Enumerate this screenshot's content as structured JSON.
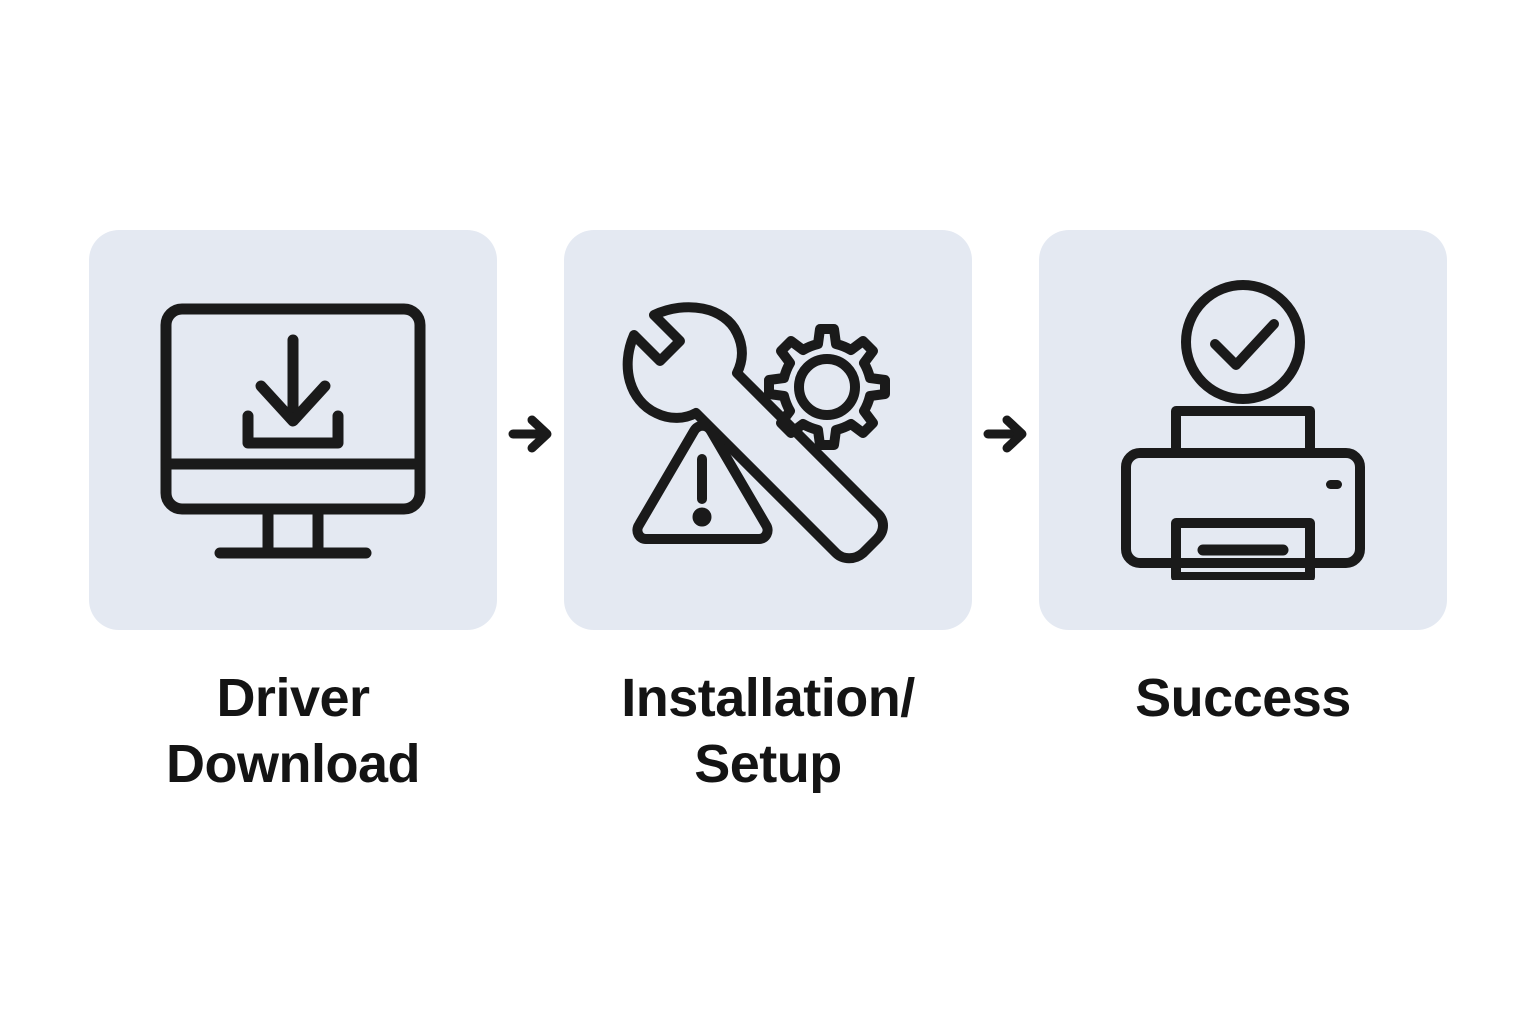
{
  "diagram": {
    "type": "process-flow",
    "title": "",
    "background_color": "#ffffff",
    "card_color": "#e4e9f2",
    "stroke_color": "#1a1a1a",
    "text_color": "#141414",
    "steps": [
      {
        "id": "driver-download",
        "label": "Driver\nDownload",
        "icon": "monitor-download-icon"
      },
      {
        "id": "installation-setup",
        "label": "Installation/\nSetup",
        "icon": "wrench-gear-warning-icon"
      },
      {
        "id": "success",
        "label": "Success",
        "icon": "printer-check-icon"
      }
    ],
    "connectors": [
      {
        "id": "connector-1",
        "icon": "arrow-right-icon"
      },
      {
        "id": "connector-2",
        "icon": "arrow-right-icon"
      }
    ]
  }
}
